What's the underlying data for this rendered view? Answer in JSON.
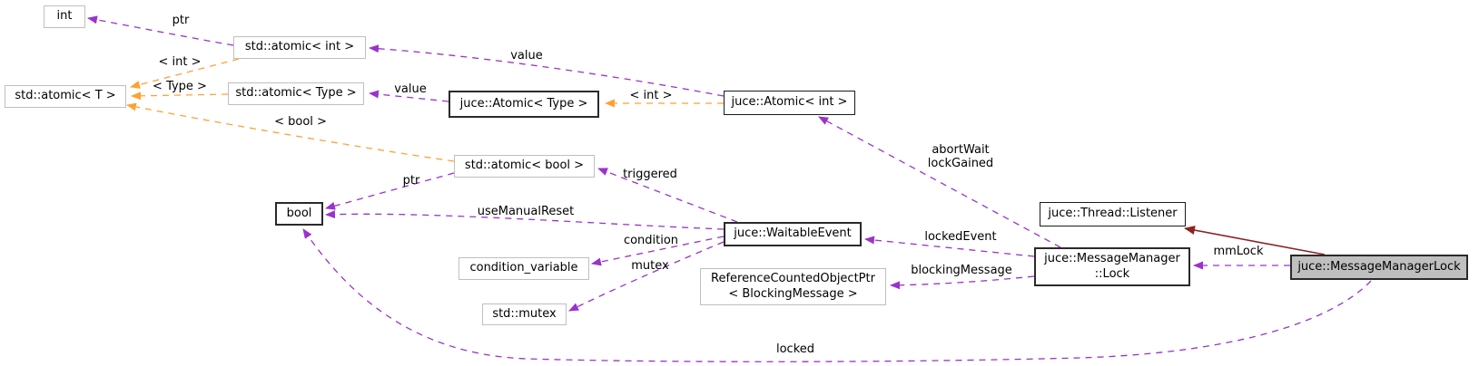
{
  "diagram": {
    "type": "doxygen-collaboration-graph",
    "focus_class": "juce::MessageManagerLock",
    "colors": {
      "usage_edge": "#9a32cd",
      "template_edge": "#ffa132",
      "inheritance_edge": "#8b2323",
      "plain_node_border": "#bfbfbf",
      "linked_node_border": "#1a1a1a",
      "focus_node_fill": "#bfbfbf",
      "background": "#ffffff"
    },
    "nodes": {
      "int": {
        "label": "int"
      },
      "std_atomic_int": {
        "label": "std::atomic< int >"
      },
      "std_atomic_t": {
        "label": "std::atomic< T >"
      },
      "std_atomic_type": {
        "label": "std::atomic< Type >"
      },
      "juce_atomic_type": {
        "label": "juce::Atomic< Type >"
      },
      "juce_atomic_int": {
        "label": "juce::Atomic< int >"
      },
      "std_atomic_bool": {
        "label": "std::atomic< bool >"
      },
      "bool": {
        "label": "bool"
      },
      "juce_waitable_event": {
        "label": "juce::WaitableEvent"
      },
      "condition_variable": {
        "label": "condition_variable"
      },
      "std_mutex": {
        "label": "std::mutex"
      },
      "ref_counted_object_ptr": {
        "line1": "ReferenceCountedObjectPtr",
        "line2": "< BlockingMessage >"
      },
      "juce_thread_listener": {
        "label": "juce::Thread::Listener"
      },
      "juce_message_manager_lock": {
        "line1": "juce::MessageManager",
        "line2": "::Lock"
      },
      "juce_message_manager_lock_main": {
        "label": "juce::MessageManagerLock"
      }
    },
    "edge_labels": {
      "ptr_top": "ptr",
      "template_int_top": "< int >",
      "template_type": "< Type >",
      "template_bool": "< bool >",
      "value_top": "value",
      "value_mid": "value",
      "template_int_mid": "< int >",
      "triggered": "triggered",
      "ptr_mid": "ptr",
      "use_manual_reset": "useManualReset",
      "condition": "condition",
      "mutex": "mutex",
      "locked_event": "lockedEvent",
      "blocking_message": "blockingMessage",
      "abort_wait": "abortWait",
      "lock_gained": "lockGained",
      "mm_lock": "mmLock",
      "locked": "locked"
    }
  }
}
